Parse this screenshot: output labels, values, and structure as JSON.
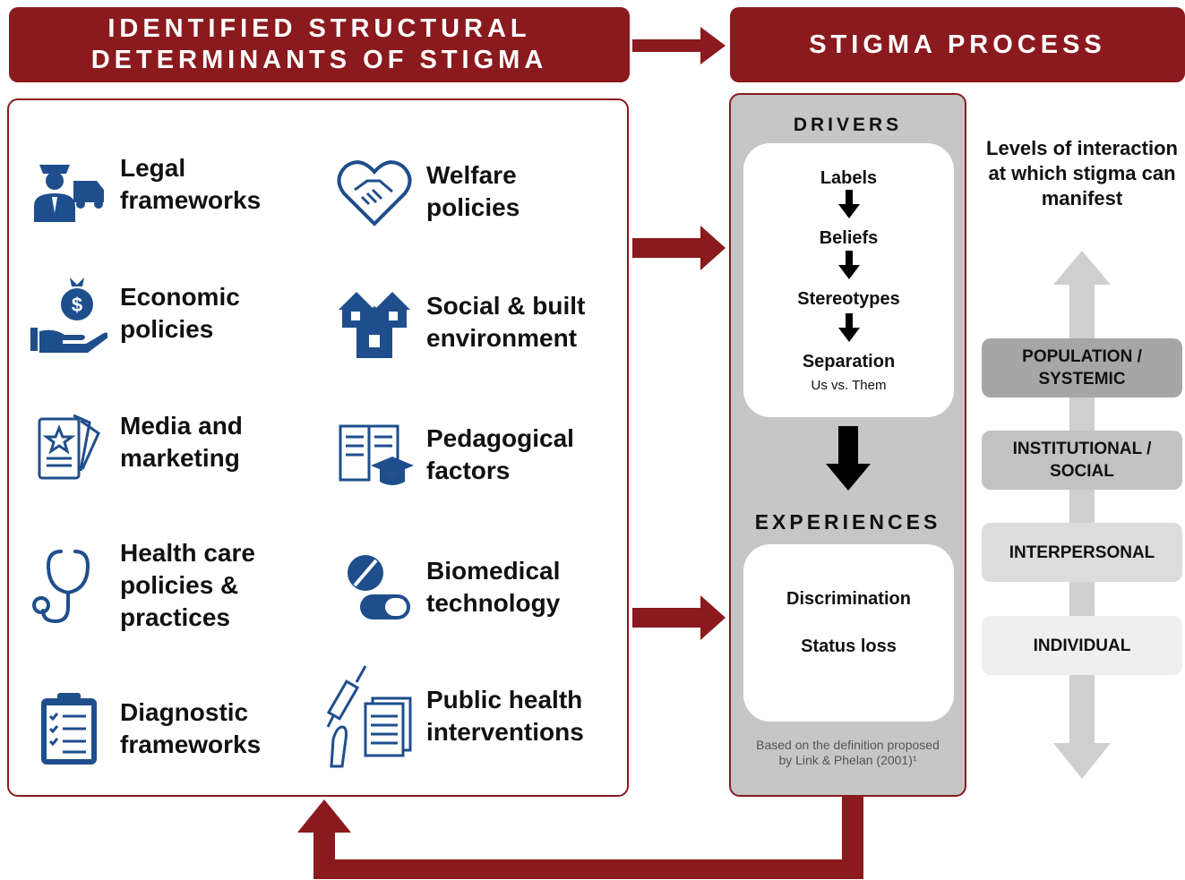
{
  "header": {
    "left_title": "IDENTIFIED STRUCTURAL DETERMINANTS OF STIGMA",
    "right_title": "STIGMA PROCESS"
  },
  "determinants": [
    {
      "label": "Legal frameworks",
      "icon": "police-officer-car-icon"
    },
    {
      "label": "Welfare policies",
      "icon": "heart-handshake-icon"
    },
    {
      "label": "Economic policies",
      "icon": "money-bag-hand-icon"
    },
    {
      "label": "Social & built environment",
      "icon": "houses-icon"
    },
    {
      "label": "Media and marketing",
      "icon": "media-cards-icon"
    },
    {
      "label": "Pedagogical factors",
      "icon": "book-graduation-cap-icon"
    },
    {
      "label": "Health care policies & practices",
      "icon": "stethoscope-icon"
    },
    {
      "label": "Biomedical technology",
      "icon": "pills-icon"
    },
    {
      "label": "Diagnostic frameworks",
      "icon": "clipboard-checklist-icon"
    },
    {
      "label": "Public health interventions",
      "icon": "syringe-condom-leaflet-icon"
    }
  ],
  "process": {
    "drivers_title": "DRIVERS",
    "drivers": [
      "Labels",
      "Beliefs",
      "Stereotypes",
      "Separation"
    ],
    "separation_sub": "Us vs. Them",
    "experiences_title": "EXPERIENCES",
    "experiences": [
      "Discrimination",
      "Status loss"
    ],
    "footnote": "Based on the definition proposed by Link & Phelan (2001)¹"
  },
  "levels": {
    "title": "Levels of interaction at which stigma can manifest",
    "items": [
      {
        "label": "POPULATION / SYSTEMIC",
        "color": "#a6a6a6"
      },
      {
        "label": "INSTITUTIONAL / SOCIAL",
        "color": "#c2c2c2"
      },
      {
        "label": "INTERPERSONAL",
        "color": "#dcdcdc"
      },
      {
        "label": "INDIVIDUAL",
        "color": "#efefef"
      }
    ]
  },
  "colors": {
    "accent": "#8a1a1e",
    "icon": "#1f4e8c",
    "panel": "#c6c6c6"
  }
}
